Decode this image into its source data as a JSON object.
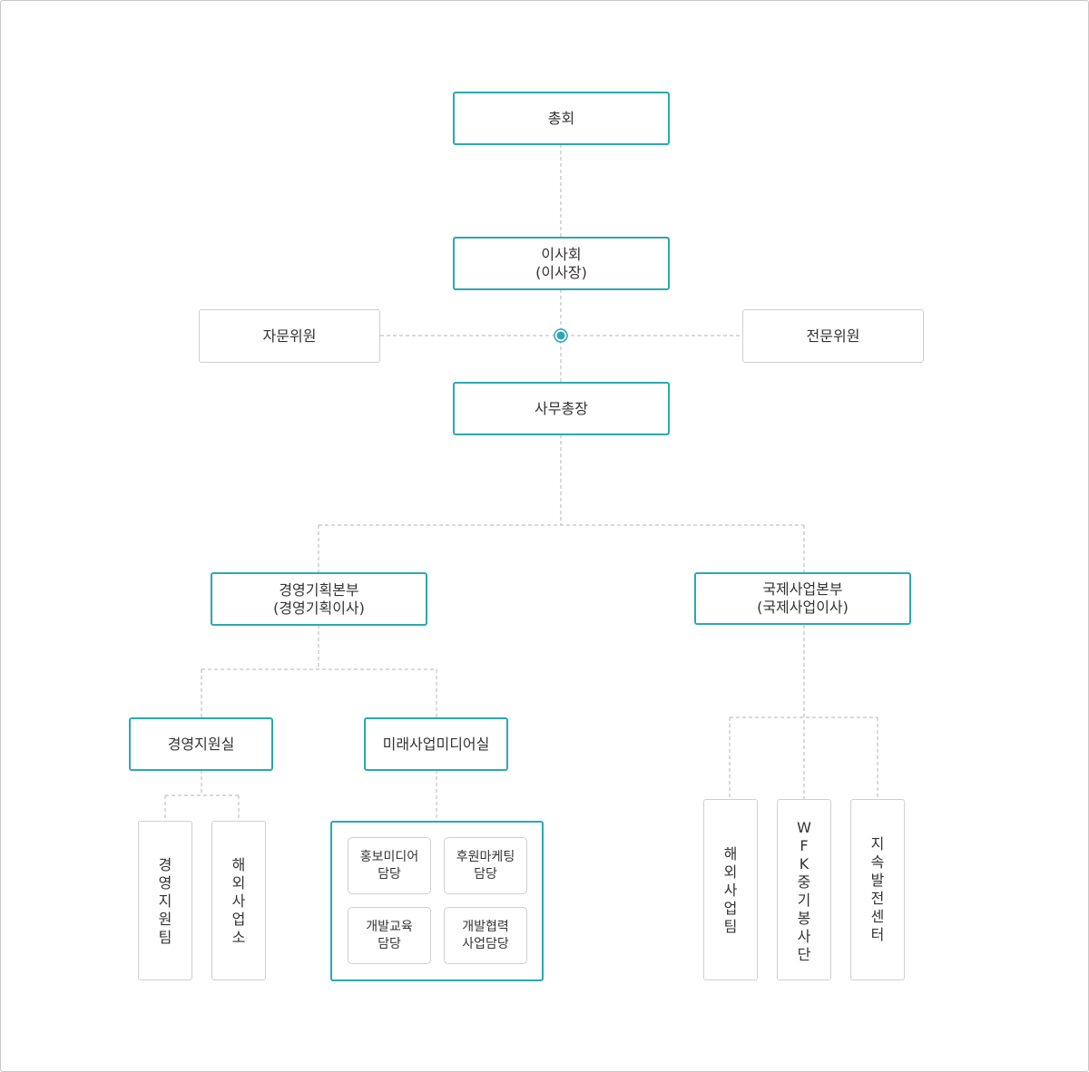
{
  "colors": {
    "accent": "#2aa9b2",
    "border": "#cfcfcf",
    "line": "#b5b5b5"
  },
  "nodes": {
    "general_assembly": "총회",
    "board": {
      "line1": "이사회",
      "line2": "(이사장)"
    },
    "advisory": "자문위원",
    "expert": "전문위원",
    "secretary_general": "사무총장",
    "mgmt_hq": {
      "line1": "경영기획본부",
      "line2": "(경영기획이사)"
    },
    "intl_hq": {
      "line1": "국제사업본부",
      "line2": "(국제사업이사)"
    },
    "mgmt_support": "경영지원실",
    "future_media": "미래사업미디어실",
    "mgmt_support_team": [
      "경",
      "영",
      "지",
      "원",
      "팀"
    ],
    "overseas_office": [
      "해",
      "외",
      "사",
      "업",
      "소"
    ],
    "media_units": [
      {
        "line1": "홍보미디어",
        "line2": "담당"
      },
      {
        "line1": "후원마케팅",
        "line2": "담당"
      },
      {
        "line1": "개발교육",
        "line2": "담당"
      },
      {
        "line1": "개발협력",
        "line2": "사업담당"
      }
    ],
    "overseas_team": [
      "해",
      "외",
      "사",
      "업",
      "팀"
    ],
    "wfk": [
      "W",
      "F",
      "K",
      "중",
      "기",
      "봉",
      "사",
      "단"
    ],
    "sustain_center": [
      "지",
      "속",
      "발",
      "전",
      "센",
      "터"
    ]
  }
}
